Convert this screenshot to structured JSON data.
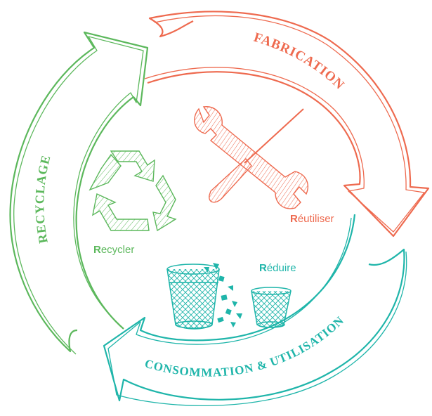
{
  "colors": {
    "green": "#5cb85c",
    "orange": "#ee6a4f",
    "teal": "#1fb5aa"
  },
  "stages": {
    "fabrication": "FABRICATION",
    "consommation": "CONSOMMATION & UTILISATION",
    "recyclage": "RECYCLAGE"
  },
  "actions": {
    "reutiliser": {
      "initial": "R",
      "rest": "éutiliser"
    },
    "recycler": {
      "initial": "R",
      "rest": "ecycler"
    },
    "reduire": {
      "initial": "R",
      "rest": "éduire"
    }
  },
  "icons": {
    "reutiliser": "wrench-screwdriver-icon",
    "recycler": "recycle-icon",
    "reduire": "waste-bins-icon"
  }
}
